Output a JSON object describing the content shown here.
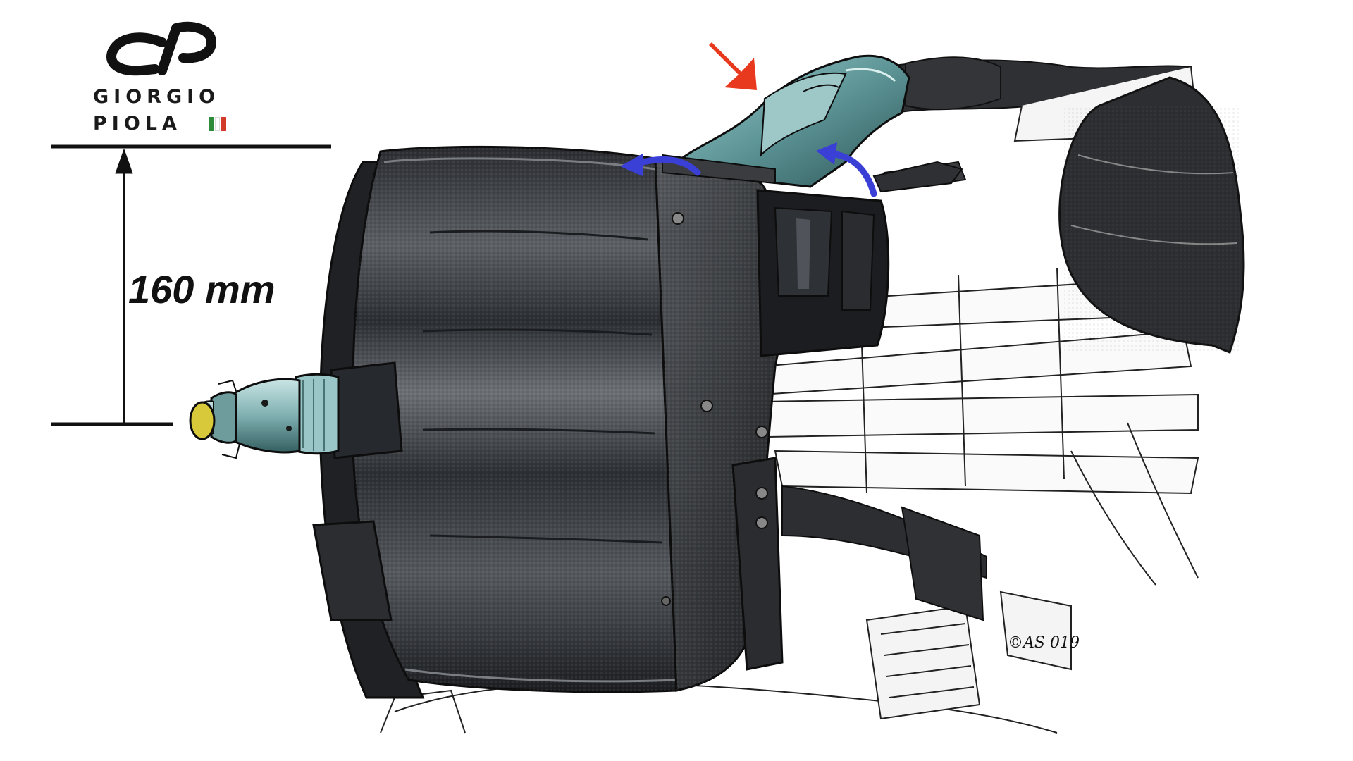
{
  "logo": {
    "name_line1": "GIORGIO",
    "name_line2": "PIOLA",
    "flag_colors": [
      "#2e8b3a",
      "#ffffff",
      "#d23a2a"
    ],
    "mark_color": "#111111"
  },
  "dimension": {
    "label": "160 mm"
  },
  "signature": {
    "text": "©AS 019"
  },
  "colors": {
    "drum": "#3a3d42",
    "drum_dark": "#1e2023",
    "drum_light": "#6b6f74",
    "teal_part": "#6fa7a9",
    "teal_dark": "#2f5c5e",
    "red_arrow": "#e8391e",
    "blue_arrow": "#3a3fd6",
    "nose_cap": "#d8c93a"
  }
}
